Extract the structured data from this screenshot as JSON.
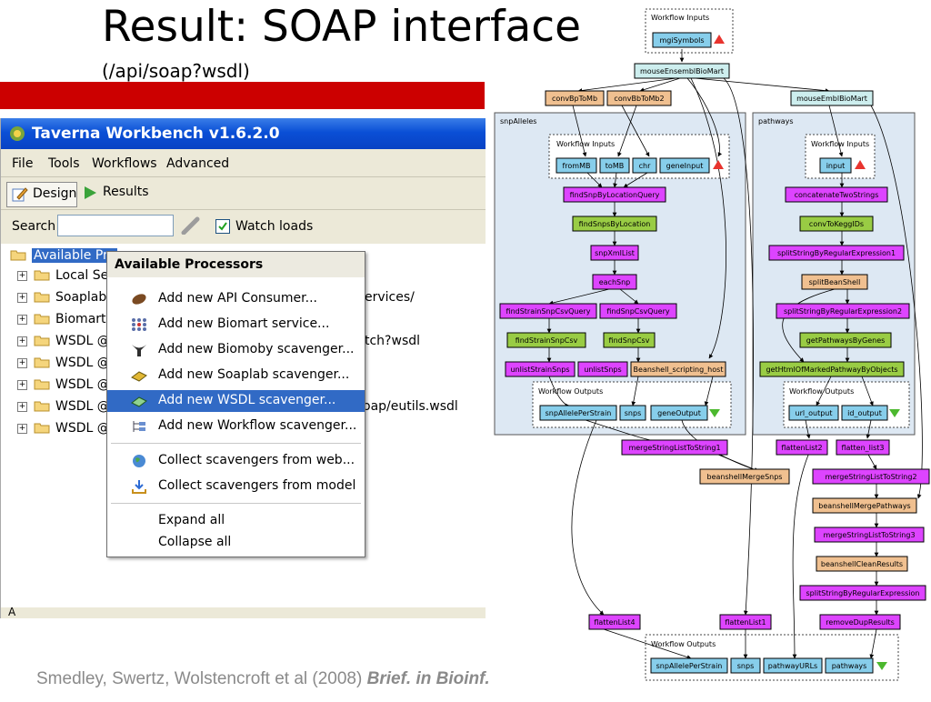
{
  "slide": {
    "title": "Result: SOAP interface",
    "subtitle": "(/api/soap?wsdl)",
    "citation_prefix": "Smedley, Swertz, Wolstencroft et al (2008) ",
    "citation_journal": "Brief. in Bioinf."
  },
  "window": {
    "title": "Taverna Workbench v1.6.2.0",
    "menu": [
      "File",
      "Tools",
      "Workflows",
      "Advanced"
    ],
    "tabs": {
      "design": "Design",
      "results": "Results"
    },
    "search": {
      "label": "Search",
      "value": "",
      "watch_label": "Watch loads",
      "watch_checked": true
    },
    "tree": [
      {
        "label": "Available Pro",
        "root": true
      },
      {
        "label": "Local Ser"
      },
      {
        "label": "Soaplab s",
        "tail": "ervices/"
      },
      {
        "label": "Biomart s"
      },
      {
        "label": "WSDL @",
        "tail": "tch?wsdl"
      },
      {
        "label": "WSDL @"
      },
      {
        "label": "WSDL @"
      },
      {
        "label": "WSDL @",
        "tail": "oap/eutils.wsdl"
      },
      {
        "label": "WSDL @"
      }
    ],
    "status": "A"
  },
  "popup": {
    "title": "Available Processors",
    "items": [
      {
        "label": "Add new API Consumer...",
        "icon": "bean-icon"
      },
      {
        "label": "Add new Biomart service...",
        "icon": "biomart-icon"
      },
      {
        "label": "Add new Biomoby scavenger...",
        "icon": "biomoby-icon"
      },
      {
        "label": "Add new Soaplab scavenger...",
        "icon": "soaplab-icon"
      },
      {
        "label": "Add new WSDL scavenger...",
        "icon": "wsdl-icon",
        "highlighted": true
      },
      {
        "label": "Add new Workflow scavenger...",
        "icon": "workflow-icon"
      },
      {
        "label": "Collect scavengers from web...",
        "icon": "globe-icon"
      },
      {
        "label": "Collect scavengers from model",
        "icon": "download-icon"
      },
      {
        "label": "Expand all"
      },
      {
        "label": "Collapse all"
      }
    ]
  },
  "diagram": {
    "groups": {
      "inputs": "Workflow Inputs",
      "outputs": "Workflow Outputs",
      "snpalleles": "snpAlleles",
      "pathways": "pathways"
    },
    "colors": {
      "input": "#87ceeb",
      "processor": "#dd44ff",
      "bioMart": "#cdeeee",
      "beanshell": "#f0c090",
      "local": "#99cc44",
      "group": "#dde8f3"
    },
    "nodes": {
      "mgiSymbols": "mgiSymbols",
      "mouseEnsemblBioMart": "mouseEnsemblBioMart",
      "convBpToMb": "convBpToMb",
      "convBbToMb2": "convBbToMb2",
      "mouseEmblBioMart": "mouseEmblBioMart",
      "fromMB": "fromMB",
      "toMB": "toMB",
      "chr": "chr",
      "geneInput": "geneInput",
      "findSnpByLocationQuery": "findSnpByLocationQuery",
      "findSnpsByLocation": "findSnpsByLocation",
      "snpXmlList": "snpXmlList",
      "eachSnp": "eachSnp",
      "findStrainSnpCsvQuery": "findStrainSnpCsvQuery",
      "findSnpCsvQuery": "findSnpCsvQuery",
      "findStrainSnpCsv": "findStrainSnpCsv",
      "findSnpCsv": "findSnpCsv",
      "unlistStrainSnps": "unlistStrainSnps",
      "unlistSnps": "unlistSnps",
      "beanshellScriptingHost": "Beanshell_scripting_host",
      "snpAllelePerStrainInner": "snpAllelePerStrain",
      "snpsInner": "snps",
      "geneOutput": "geneOutput",
      "input": "input",
      "concatenateTwoStrings": "concatenateTwoStrings",
      "convToKeggIDs": "convToKeggIDs",
      "splitStringByRegularExpression1": "splitStringByRegularExpression1",
      "splitBeanShell": "splitBeanShell",
      "splitStringByRegularExpression2": "splitStringByRegularExpression2",
      "getPathwaysByGenes": "getPathwaysByGenes",
      "getHtmlOfMarkedPathwayByObjects": "getHtmlOfMarkedPathwayByObjects",
      "urlOutput": "url_output",
      "idOutput": "id_output",
      "mergeStringListToString1": "mergeStringListToString1",
      "flattenList2": "flattenList2",
      "flattenList3": "flatten_list3",
      "beanshellMergeSnps": "beanshellMergeSnps",
      "mergeStringListToString2": "mergeStringListToString2",
      "beanshellMergePathways": "beanshellMergePathways",
      "mergeStringListToString3": "mergeStringListToString3",
      "beanshellCleanResults": "beanshellCleanResults",
      "splitStringByRegularExpression": "splitStringByRegularExpression",
      "flattenList4": "flattenList4",
      "flattenList1": "flattenList1",
      "removeDupResults": "removeDupResults",
      "snpAllelePerStrainOut": "snpAllelePerStrain",
      "snpsOut": "snps",
      "pathwayURLs": "pathwayURLs",
      "pathwaysOut": "pathways"
    }
  }
}
